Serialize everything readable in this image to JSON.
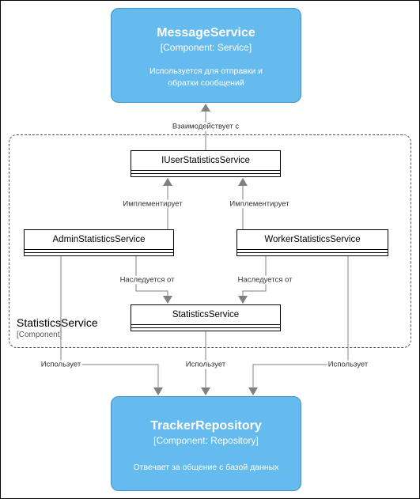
{
  "message_service": {
    "title": "MessageService",
    "type": "[Component: Service]",
    "description": "Используется для отправки и обратки сообщений"
  },
  "tracker_repository": {
    "title": "TrackerRepository",
    "type": "[Component: Repository]",
    "description": "Отвечает за общение с базой данных"
  },
  "boundary": {
    "name": "StatisticsService",
    "type": "[Component]"
  },
  "classes": {
    "iuser": "IUserStatisticsService",
    "admin": "AdminStatisticsService",
    "worker": "WorkerStatisticsService",
    "stat": "StatisticsService"
  },
  "edges": {
    "interacts": "Взаимодействует с",
    "implements_left": "Имплементирует",
    "implements_right": "Имплементирует",
    "inherits_left": "Наследуется от",
    "inherits_right": "Наследуется от",
    "uses_left": "Использует",
    "uses_center": "Использует",
    "uses_right": "Использует"
  },
  "colors": {
    "component_fill": "#66bbee",
    "component_border": "#4a91c4",
    "edge": "#808080"
  }
}
